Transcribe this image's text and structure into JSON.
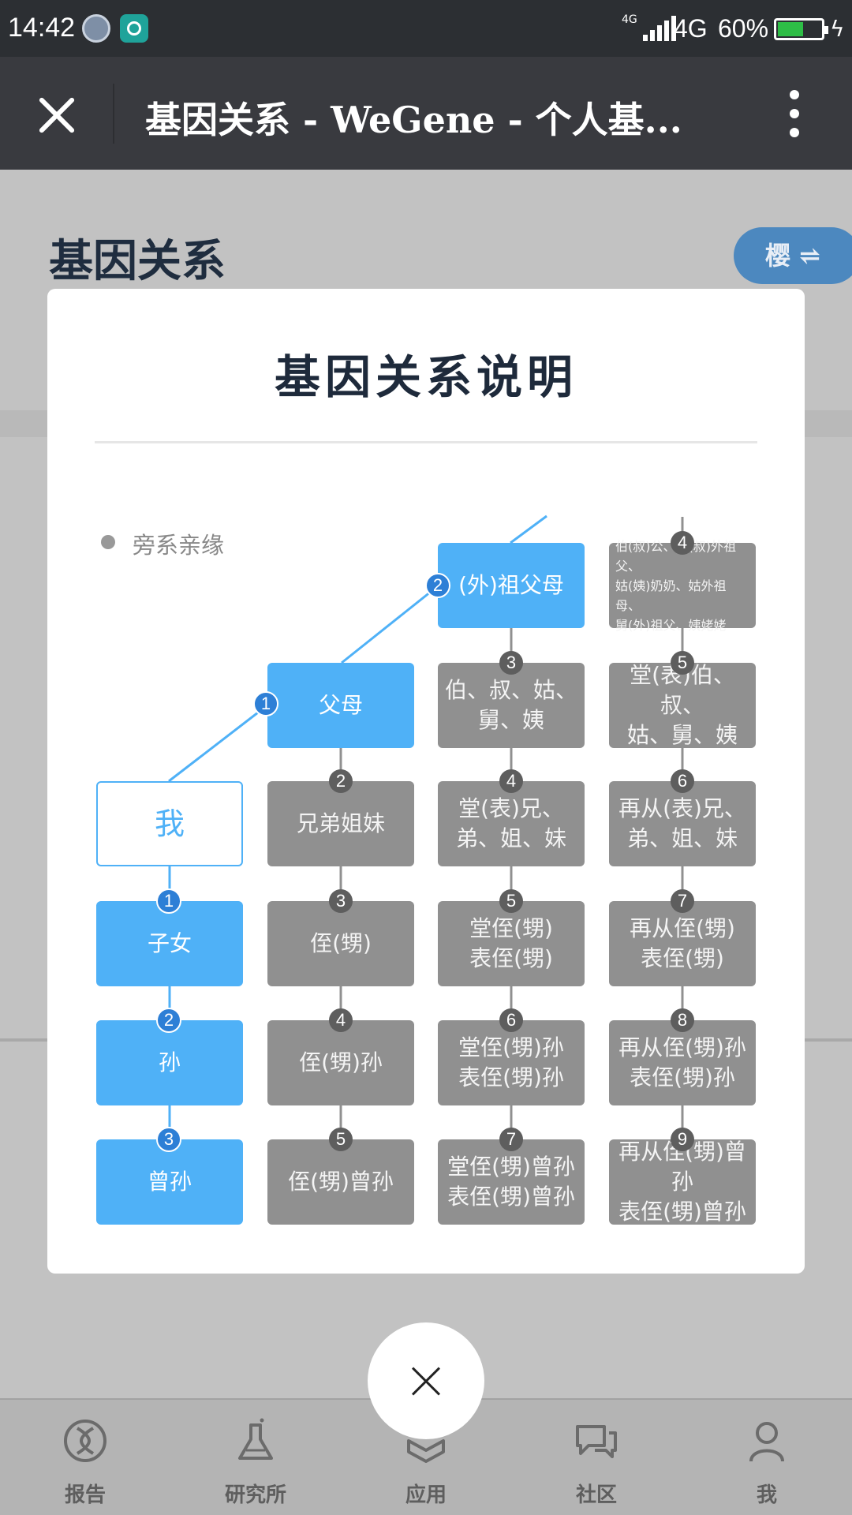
{
  "status_bar": {
    "time": "14:42",
    "network_small": "4G",
    "network": "4G",
    "battery": "60%",
    "battery_level": 0.6,
    "battery_color": "#2ebd46"
  },
  "title_bar": {
    "title": "基因关系 - WeGene - 个人基...",
    "close_icon": "close-icon",
    "menu_icon": "more-vertical-icon"
  },
  "page": {
    "title": "基因关系",
    "switch_label": "樱 ⇌"
  },
  "modal": {
    "title": "基因关系说明",
    "legend": "旁系亲缘",
    "accent_color": "#4fb1f7",
    "node_gray": "#909090",
    "nodes": {
      "me": "我",
      "child": "子女",
      "grandchild": "孙",
      "great_grandchild": "曾孙",
      "parents": "父母",
      "grandparents": "(外)祖父母",
      "siblings": "兄弟姐妹",
      "nephew": "侄(甥)",
      "nephew_grandchild": "侄(甥)孙",
      "nephew_great": "侄(甥)曾孙",
      "uncles": "伯、叔、姑、\n舅、姨",
      "cousins": "堂(表)兄、\n弟、姐、妹",
      "cousin_child": "堂侄(甥)\n表侄(甥)",
      "cousin_grandchild": "堂侄(甥)孙\n表侄(甥)孙",
      "cousin_great": "堂侄(甥)曾孙\n表侄(甥)曾孙",
      "grand_uncles": "伯(叔)公、伯(叔)外祖父、\n姑(姨)奶奶、姑外祖母、\n舅(外)祖父、姨姥姥",
      "second_uncles": "堂(表)伯、叔、\n姑、舅、姨",
      "second_cousins": "再从(表)兄、\n弟、姐、妹",
      "second_cousin_child": "再从侄(甥)\n表侄(甥)",
      "second_cousin_grandchild": "再从侄(甥)孙\n表侄(甥)孙",
      "second_cousin_great": "再从侄(甥)曾孙\n表侄(甥)曾孙"
    },
    "badges": {
      "parents": "1",
      "grandparents": "2",
      "child": "1",
      "grandchild": "2",
      "great_grandchild": "3",
      "siblings": "2",
      "nephew": "3",
      "nephew_grandchild": "4",
      "nephew_great": "5",
      "uncles": "3",
      "cousins": "4",
      "cousin_child": "5",
      "cousin_grandchild": "6",
      "cousin_great": "7",
      "grand_uncles": "4",
      "second_uncles": "5",
      "second_cousins": "6",
      "second_cousin_child": "7",
      "second_cousin_grandchild": "8",
      "second_cousin_great": "9"
    }
  },
  "bottom_nav": [
    {
      "label": "报告",
      "icon": "dna-icon"
    },
    {
      "label": "研究所",
      "icon": "flask-icon"
    },
    {
      "label": "应用",
      "icon": "box-icon"
    },
    {
      "label": "社区",
      "icon": "chat-icon"
    },
    {
      "label": "我",
      "icon": "user-icon"
    }
  ]
}
